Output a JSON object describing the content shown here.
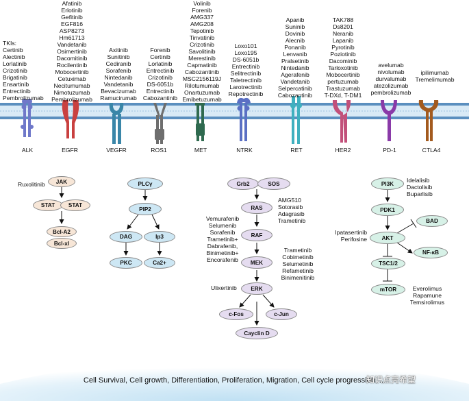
{
  "receptors": [
    {
      "name": "ALK",
      "drugs": [
        "TKIs:",
        "Certinib",
        "Alectinib",
        "Lorlatinib",
        "Crizotinib",
        "Brigatinib",
        "Ensartinib",
        "Entrectinib",
        "Pembrolizumab"
      ]
    },
    {
      "name": "EGFR",
      "drugs": [
        "Afatinib",
        "Erlotinib",
        "Gefitinib",
        "EGF816",
        "ASP8273",
        "Hm61713",
        "Vandetanib",
        "Osimertinib",
        "Dacomitinib",
        "Rocilentinib",
        "Mobocertinib",
        "Cetuximab",
        "Necitumumab",
        "Nimotuzumab",
        "Pembrolizumab"
      ]
    },
    {
      "name": "VEGFR",
      "drugs": [
        "Axitinib",
        "Sunitinib",
        "Cediranib",
        "Sorafenib",
        "Nintedanib",
        "Vandetanib",
        "Bevacizumab",
        "Ramucirumab"
      ]
    },
    {
      "name": "ROS1",
      "drugs": [
        "Forenib",
        "Certinib",
        "Lorlatinib",
        "Entrectinib",
        "Crizotinib",
        "DS-6051b",
        "Entrectinib",
        "Cabozantinib"
      ]
    },
    {
      "name": "MET",
      "drugs": [
        "Volinib",
        "Forenib",
        "AMG337",
        "AMG208",
        "Tepotinib",
        "Tinvatinib",
        "Crizotinib",
        "Savolitinib",
        "Merestinib",
        "Capmatinib",
        "Cabozantinib",
        "MSC2156119J",
        "Rilotumumab",
        "Onartuzumab",
        "Emibetuzumab"
      ]
    },
    {
      "name": "NTRK",
      "drugs": [
        "Loxo101",
        "Loxo195",
        "DS-6051b",
        "Entrectinib",
        "Selitrectinib",
        "Taletrectinib",
        "Larotrectinib",
        "Repotrectinib"
      ]
    },
    {
      "name": "RET",
      "drugs": [
        "Apanib",
        "Suninib",
        "Dovinib",
        "Alecnib",
        "Ponanib",
        "Lenvanib",
        "Pralsetinib",
        "Nintedanib",
        "Agerafenib",
        "Vandetanib",
        "Selpercatinib",
        "Cabozantinib"
      ]
    },
    {
      "name": "HER2",
      "drugs": [
        "TAK788",
        "Ds8201",
        "Neranib",
        "Lapanib",
        "Pyrotinib",
        "Poziotinib",
        "Dacominib",
        "Tarloxotinib",
        "Mobocertinib",
        "pertuzumab",
        "Trastuzumab",
        "T-DXd, T-DM1"
      ]
    },
    {
      "name": "PD-1",
      "drugs": [
        "avelumab",
        "nivolumab",
        "durvalumab",
        "atezolizumab",
        "pembrolizumab"
      ]
    },
    {
      "name": "CTLA4",
      "drugs": [
        "ipilimumab",
        "Tremelimumab"
      ]
    }
  ],
  "jak_stat": {
    "inhibitor": "Ruxolitinib",
    "nodes": {
      "jak": "JAK",
      "stat1": "STAT",
      "stat2": "STAT",
      "bcla2": "Bcl-A2",
      "bclxl": "Bcl-xl"
    }
  },
  "plc": {
    "nodes": {
      "plc": "PLCγ",
      "pip2": "PIP2",
      "dag": "DAG",
      "ip3": "Ip3",
      "pkc": "PKC",
      "ca": "Ca2+"
    }
  },
  "mapk": {
    "nodes": {
      "grb2": "Grb2",
      "sos": "SOS",
      "ras": "RAS",
      "raf": "RAF",
      "mek": "MEK",
      "erk": "ERK",
      "cfos": "c-Fos",
      "cjun": "c-Jun",
      "cyclin": "Cayclin D"
    },
    "ras_drugs": [
      "AMG510",
      "Sotorasib",
      "Adagrasib",
      "Trametinib"
    ],
    "raf_drugs": [
      "Vemurafenib",
      "Selumenib",
      "Sorafenib",
      "Trametinib+",
      "Dabrafenib,",
      "Binimetinib+",
      "Encorafenib"
    ],
    "mek_drugs": [
      "Trametinib",
      "Cobimetinib",
      "Selumetinib",
      "Refametinib",
      "Binimenitinib"
    ],
    "erk_drug": "Ulixertinib"
  },
  "pi3k": {
    "nodes": {
      "pi3k": "PI3K",
      "pdk1": "PDK1",
      "akt": "AKT",
      "bad": "BAD",
      "nfkb": "NF-κB",
      "tsc": "TSC1/2",
      "mtor": "mTOR"
    },
    "pi3k_drugs": [
      "Idelalisib",
      "Dactolisib",
      "Buparlisib"
    ],
    "akt_drugs": [
      "Ipatasertinib",
      "Perifosine"
    ],
    "mtor_drugs": [
      "Everolimus",
      "Rapamune",
      "Temsirolimus"
    ]
  },
  "bottom_text": "Cell Survival, Cell growth, Differentiation, Proliferation, Migration, Cell cycle progression, ...",
  "watermark": "知识点亮希望",
  "colors": {
    "membrane": "#5a8fbd",
    "alk": "#6f78c9",
    "egfr": "#c9403f",
    "vegfr": "#3a86a8",
    "ros1": "#6e6e6e",
    "met": "#2f6a4f",
    "ntrk": "#5a6fc4",
    "ret": "#3fb0bf",
    "her2": "#c2507a",
    "pd1": "#8a3aa8",
    "ctla4": "#a35a1e"
  }
}
